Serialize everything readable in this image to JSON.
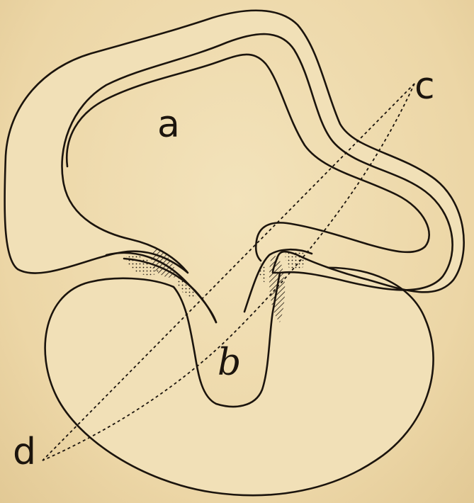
{
  "labels": {
    "a": "a",
    "b": "b",
    "c": "c",
    "d": "d"
  },
  "colors": {
    "paper": "#efdcb0",
    "ink": "#1b140d"
  }
}
